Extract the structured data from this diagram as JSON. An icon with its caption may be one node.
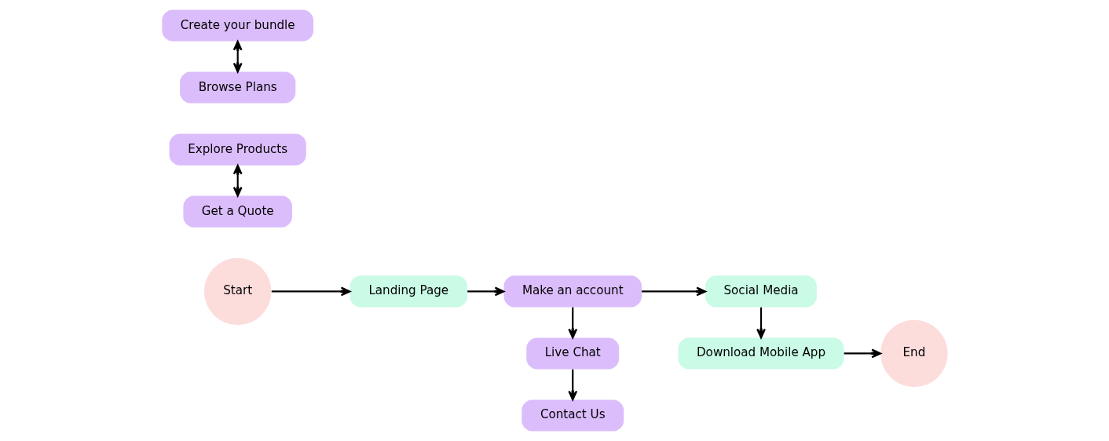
{
  "diagram": {
    "nodes": [
      {
        "text": [
          "Start"
        ]
      },
      {
        "text": [
          "Landing Page"
        ]
      },
      {
        "text": [
          "Explore Products"
        ]
      },
      {
        "text": [
          "Get a Quote"
        ]
      },
      {
        "text": [
          "Create your bundle"
        ]
      },
      {
        "text": [
          "Browse Plans"
        ]
      },
      {
        "text": [
          "Make an account"
        ]
      },
      {
        "text": [
          "Live Chat"
        ]
      },
      {
        "text": [
          "Contact Us"
        ]
      },
      {
        "text": [
          "Social Media"
        ]
      },
      {
        "text": [
          "Download Mobile App"
        ]
      },
      {
        "text": [
          "End"
        ]
      }
    ],
    "edges": [
      {
        "from": 0,
        "to": 1,
        "arrow": "to"
      },
      {
        "from": 1,
        "to": 6,
        "arrow": "to"
      },
      {
        "from": 2,
        "to": 3,
        "arrow": "both"
      },
      {
        "from": 4,
        "to": 5,
        "arrow": "both"
      },
      {
        "from": 6,
        "to": 9,
        "arrow": "to"
      },
      {
        "from": 6,
        "to": 7,
        "arrow": "to"
      },
      {
        "from": 7,
        "to": 8,
        "arrow": "to"
      },
      {
        "from": 9,
        "to": 10,
        "arrow": "to"
      },
      {
        "from": 10,
        "to": 11,
        "arrow": "to"
      }
    ]
  }
}
